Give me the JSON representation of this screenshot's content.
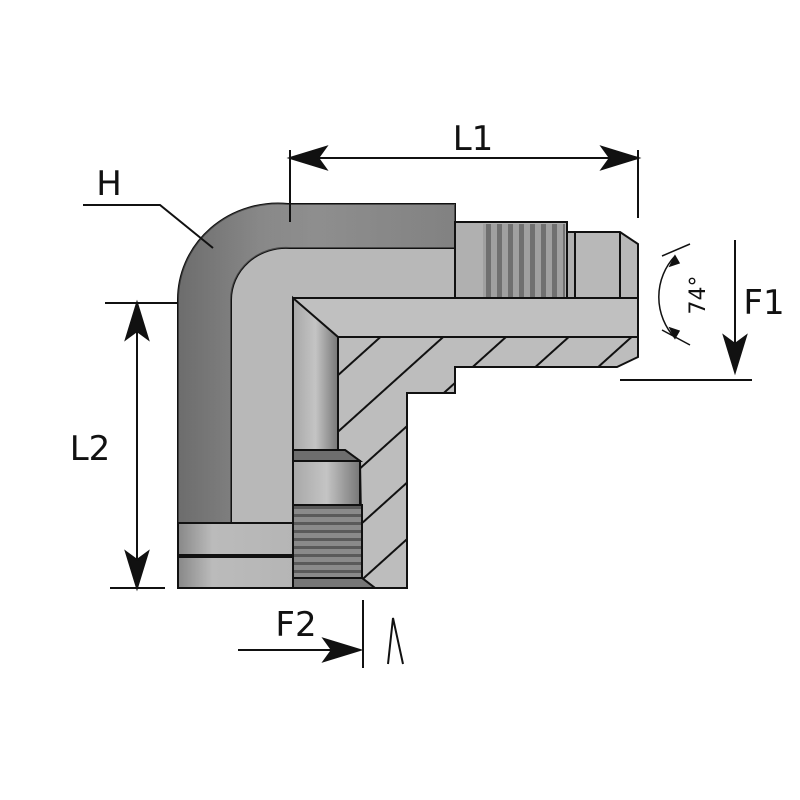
{
  "labels": {
    "L1": "L1",
    "L2": "L2",
    "H": "H",
    "F1": "F1",
    "F2": "F2",
    "angle": "74°"
  },
  "colors": {
    "body_light": "#bdbdbd",
    "body_dark": "#6a6a6a",
    "outline": "#111111"
  }
}
